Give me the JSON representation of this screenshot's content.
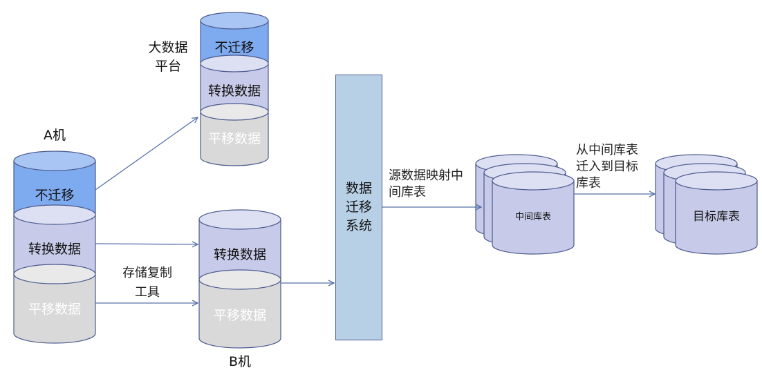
{
  "colors": {
    "no_migrate": "#7eaaf0",
    "no_migrate_top": "#a9c5f4",
    "convert": "#c7cae8",
    "convert_top": "#dde0f3",
    "shift": "#d9d9d9",
    "shift_top": "#e9e9e9",
    "stroke": "#4b5a8e",
    "system_box": "#b8d0e6",
    "arrow": "#5470a8"
  },
  "machine_a": {
    "title": "A机",
    "segments": [
      "不迁移",
      "转换数据",
      "平移数据"
    ]
  },
  "bigdata_platform": {
    "title_line1": "大数据",
    "title_line2": "平台",
    "segments": [
      "不迁移",
      "转换数据",
      "平移数据"
    ]
  },
  "machine_b": {
    "title": "B机",
    "segments": [
      "转换数据",
      "平移数据"
    ]
  },
  "storage_tool": {
    "line1": "存储复制",
    "line2": "工具"
  },
  "migration_system": {
    "line1": "数据",
    "line2": "迁移",
    "line3": "系统"
  },
  "mapping_note": {
    "line1": "源数据映射中",
    "line2": "间库表"
  },
  "intermediate": {
    "label": "中间库表"
  },
  "move_note": {
    "line1": "从中间库表",
    "line2": "迁入到目标",
    "line3": "库表"
  },
  "target": {
    "label": "目标库表"
  }
}
